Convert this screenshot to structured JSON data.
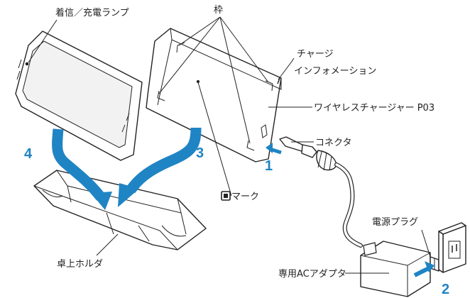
{
  "labels": {
    "incoming_lamp": "着信／充電ランプ",
    "frame": "枠",
    "charge_info_line1": "チャージ",
    "charge_info_line2": "インフォメーション",
    "charger_name": "ワイヤレスチャージャー P03",
    "connector": "コネクタ",
    "mark": "マーク",
    "power_plug": "電源プラグ",
    "ac_adapter": "専用ACアダプタ",
    "desk_holder": "卓上ホルダ"
  },
  "steps": [
    "1",
    "2",
    "3",
    "4"
  ],
  "colors": {
    "arrow": "#1f84c4",
    "line": "#222222",
    "phone_screen": "#f2f2f2"
  },
  "icons": {
    "mark": "square-mark-icon"
  }
}
